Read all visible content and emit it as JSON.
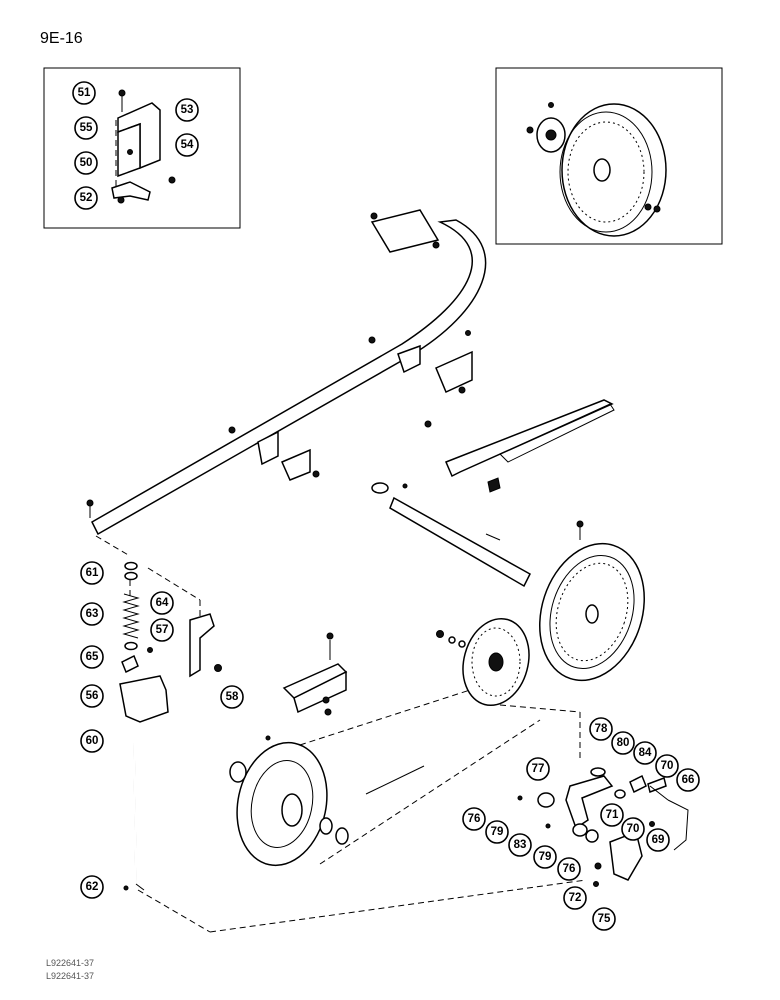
{
  "page": {
    "number": "9E-16",
    "codes": [
      "L922641-37",
      "L922641-37"
    ]
  },
  "callouts": {
    "c51": "51",
    "c53": "53",
    "c55": "55",
    "c54": "54",
    "c50": "50",
    "c52": "52",
    "c61": "61",
    "c63": "63",
    "c64": "64",
    "c57": "57",
    "c65": "65",
    "c58": "58",
    "c56": "56",
    "c60": "60",
    "c62": "62",
    "c77": "77",
    "c78": "78",
    "c80": "80",
    "c84": "84",
    "c70a": "70",
    "c66": "66",
    "c71": "71",
    "c76a": "76",
    "c79a": "79",
    "c83": "83",
    "c79b": "79",
    "c76b": "76",
    "c70b": "70",
    "c69": "69",
    "c72": "72",
    "c75": "75"
  }
}
